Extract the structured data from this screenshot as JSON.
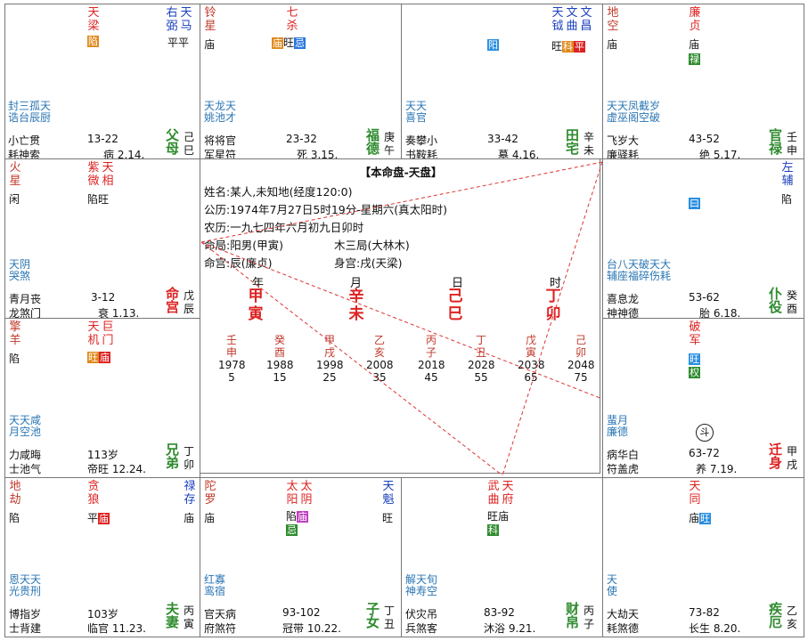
{
  "center": {
    "title": "【本命盘-天盘】",
    "name_line": "姓名:某人,未知地(经度120:0)",
    "solar": "公历:1974年7月27日5时19分-星期六(真太阳时)",
    "lunar": "农历:一九七四年六月初九日卯时",
    "ming_ju": "命局:阳男(甲寅)",
    "wuxing_ju": "木三局(大林木)",
    "ming_gong": "命宫:辰(廉贞)",
    "shen_gong": "身宫:戌(天梁)",
    "pillar_labels": [
      "年",
      "月",
      "日",
      "时"
    ],
    "pillars": [
      [
        "甲",
        "寅"
      ],
      [
        "辛",
        "未"
      ],
      [
        "己",
        "巳"
      ],
      [
        "丁",
        "卯"
      ]
    ],
    "decades": [
      {
        "s": "壬",
        "b": "申",
        "y": "1978",
        "a": "5"
      },
      {
        "s": "癸",
        "b": "酉",
        "y": "1988",
        "a": "15"
      },
      {
        "s": "甲",
        "b": "戌",
        "y": "1998",
        "a": "25"
      },
      {
        "s": "乙",
        "b": "亥",
        "y": "2008",
        "a": "35"
      },
      {
        "s": "丙",
        "b": "子",
        "y": "2018",
        "a": "45"
      },
      {
        "s": "丁",
        "b": "丑",
        "y": "2028",
        "a": "55"
      },
      {
        "s": "戊",
        "b": "寅",
        "y": "2038",
        "a": "65"
      },
      {
        "s": "己",
        "b": "卯",
        "y": "2048",
        "a": "75"
      }
    ]
  },
  "palaces": {
    "si": {
      "stars_top": [
        [
          "天",
          "梁"
        ],
        [
          "右",
          "弼"
        ],
        [
          "天",
          "马"
        ]
      ],
      "status": "平平",
      "hua": "陷",
      "small": [
        "封三孤天",
        "诰台辰厨"
      ],
      "r1": "小亡贯",
      "r2": "耗神索",
      "range": "13-22",
      "life": "病 2.14.",
      "pname": [
        "父",
        "母"
      ],
      "stem": [
        "己",
        "巳"
      ]
    },
    "wu": {
      "stars_top": [
        [
          "铃",
          "星"
        ],
        [
          "七",
          "杀"
        ]
      ],
      "status": "庙",
      "status2": "旺",
      "hua1": "庙",
      "hua2": "忌",
      "small": [
        "天龙天",
        "姚池才"
      ],
      "r1": "将将官",
      "r2": "军星符",
      "range": "23-32",
      "life": "死 3.15.",
      "pname": [
        "福",
        "德"
      ],
      "stem": [
        "庚",
        "午"
      ]
    },
    "wei": {
      "stars_top": [
        [
          "天",
          "钺"
        ],
        [
          "文",
          "曲"
        ],
        [
          "文",
          "昌"
        ]
      ],
      "status": "旺",
      "hua1": "阳",
      "hua2": "科",
      "hua3": "平",
      "small": [
        "天天",
        "喜官"
      ],
      "r1": "奏攀小",
      "r2": "书鞍耗",
      "range": "33-42",
      "life": "墓 4.16.",
      "pname": [
        "田",
        "宅"
      ],
      "stem": [
        "辛",
        "未"
      ]
    },
    "shen": {
      "stars_top": [
        [
          "地",
          "空"
        ],
        [
          "廉",
          "贞"
        ]
      ],
      "status": "庙",
      "hua": "禄",
      "small": [
        "天天凤截岁",
        "虚巫阁空破"
      ],
      "r1": "飞岁大",
      "r2": "廉驿耗",
      "range": "43-52",
      "life": "绝 5.17.",
      "pname": [
        "官",
        "禄"
      ],
      "stem": [
        "壬",
        "申"
      ]
    },
    "chen": {
      "stars_top": [
        [
          "火",
          "星"
        ],
        [
          "紫",
          "微"
        ],
        [
          "天",
          "相"
        ]
      ],
      "status": "闲",
      "status2": "陷旺",
      "small": [
        "天阴",
        "哭煞"
      ],
      "r1": "青月丧",
      "r2": "龙煞门",
      "range": "3-12",
      "life": "衰 1.13.",
      "pname": [
        "命",
        "宫"
      ],
      "stem": [
        "戊",
        "辰"
      ]
    },
    "you": {
      "stars_top": [
        [
          "左",
          "辅"
        ]
      ],
      "status": "陷",
      "hua": "曰",
      "small": [
        "台八天破天大",
        "辅座福碎伤耗"
      ],
      "r1": "喜息龙",
      "r2": "神神德",
      "range": "53-62",
      "life": "胎 6.18.",
      "pname": [
        "仆",
        "役"
      ],
      "stem": [
        "癸",
        "酉"
      ]
    },
    "mao": {
      "stars_top": [
        [
          "擎",
          "羊"
        ],
        [
          "天",
          "机"
        ],
        [
          "巨",
          "门"
        ]
      ],
      "status": "陷",
      "hua1": "旺",
      "hua2": "庙",
      "small": [
        "天天咸",
        "月空池"
      ],
      "r1": "力咸晦",
      "r2": "士池气",
      "range": "113岁",
      "life": "帝旺 12.24.",
      "pname": [
        "兄",
        "弟"
      ],
      "stem": [
        "丁",
        "卯"
      ]
    },
    "xu": {
      "stars_top": [
        [
          "破",
          "军"
        ]
      ],
      "hua1": "旺",
      "hua2": "权",
      "small": [
        "蜚月",
        "廉德"
      ],
      "r1": "病华白",
      "r2": "符盖虎",
      "range": "63-72",
      "life": "养 7.19.",
      "pname": [
        "迁",
        "身"
      ],
      "stem": [
        "甲",
        "戌"
      ],
      "dou": "斗"
    },
    "yin": {
      "stars_top": [
        [
          "地",
          "劫"
        ],
        [
          "贪",
          "狼"
        ],
        [
          "禄",
          "存"
        ]
      ],
      "status": "陷",
      "status2": "平",
      "hua": "庙",
      "status3": "庙",
      "small": [
        "恩天天",
        "光贵刑"
      ],
      "r1": "博指岁",
      "r2": "士背建",
      "range": "103岁",
      "life": "临官 11.23.",
      "pname": [
        "夫",
        "妻"
      ],
      "stem": [
        "丙",
        "寅"
      ]
    },
    "chou": {
      "stars_top": [
        [
          "陀",
          "罗"
        ],
        [
          "太",
          "阳"
        ],
        [
          "太",
          "阴"
        ],
        [
          "天",
          "魁"
        ]
      ],
      "status": "庙",
      "status2": "陷",
      "hua1": "庙",
      "hua2": "忌",
      "status3": "旺",
      "small": [
        "红寡",
        "鸾宿"
      ],
      "r1": "官天病",
      "r2": "府煞符",
      "range": "93-102",
      "life": "冠带 10.22.",
      "pname": [
        "子",
        "女"
      ],
      "stem": [
        "丁",
        "丑"
      ]
    },
    "zi": {
      "stars_top": [
        [
          "武",
          "曲"
        ],
        [
          "天",
          "府"
        ]
      ],
      "status": "旺庙",
      "hua": "科",
      "small": [
        "解天旬",
        "神寿空"
      ],
      "r1": "伏灾吊",
      "r2": "兵煞客",
      "range": "83-92",
      "life": "沐浴 9.21.",
      "pname": [
        "财",
        "帛"
      ],
      "stem": [
        "丙",
        "子"
      ]
    },
    "hai": {
      "stars_top": [
        [
          "天",
          "同"
        ]
      ],
      "status": "庙",
      "hua": "旺",
      "small": [
        "天",
        "使"
      ],
      "r1": "大劫天",
      "r2": "耗煞德",
      "range": "73-82",
      "life": "长生 8.20.",
      "pname": [
        "疾",
        "厄"
      ],
      "stem": [
        "乙",
        "亥"
      ]
    }
  }
}
